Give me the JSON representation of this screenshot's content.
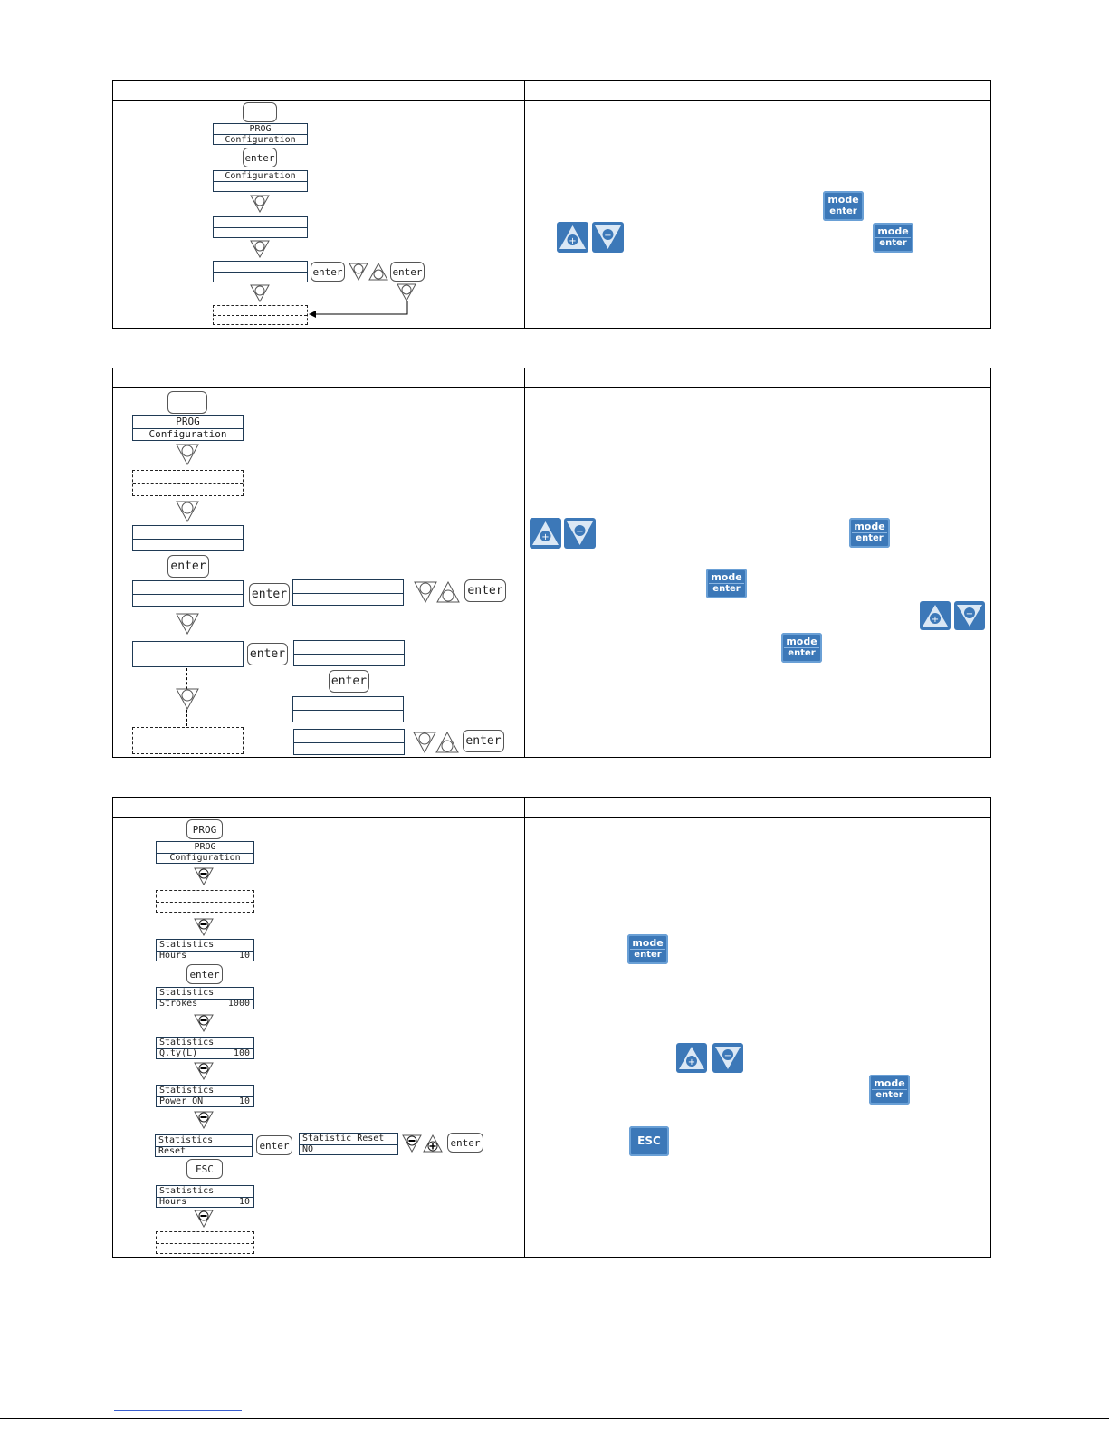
{
  "section1": {
    "lcd_prog": {
      "line1": "PROG",
      "line2": "Configuration"
    },
    "key_enter": "enter",
    "lcd_config": {
      "line1": "Configuration",
      "line2": ""
    },
    "key_enter_a": "enter",
    "key_enter_b": "enter"
  },
  "section2": {
    "lcd_prog": {
      "line1": "PROG",
      "line2": "Configuration"
    },
    "key_enter_1": "enter",
    "key_enter_2": "enter",
    "key_enter_3": "enter",
    "key_enter_4": "enter",
    "key_enter_5": "enter",
    "key_enter_6": "enter"
  },
  "section3": {
    "key_prog": "PROG",
    "lcd_prog": {
      "line1": "PROG",
      "line2": "Configuration"
    },
    "lcd_hours": {
      "line1": "Statistics",
      "line2a": "Hours",
      "line2b": "10"
    },
    "key_enter_1": "enter",
    "lcd_strokes": {
      "line1": "Statistics",
      "line2a": "Strokes",
      "line2b": "1000"
    },
    "lcd_qty": {
      "line1": "Statistics",
      "line2a": "Q.ty(L)",
      "line2b": "100"
    },
    "lcd_power": {
      "line1": "Statistics",
      "line2a": "Power ON",
      "line2b": "10"
    },
    "lcd_reset": {
      "line1": "Statistics",
      "line2a": "Reset",
      "line2b": ""
    },
    "key_enter_2": "enter",
    "lcd_stat_reset": {
      "line1": "Statistic Reset",
      "line2": "NO"
    },
    "key_enter_3": "enter",
    "key_esc": "ESC",
    "lcd_hours2": {
      "line1": "Statistics",
      "line2a": "Hours",
      "line2b": "10"
    }
  },
  "buttons": {
    "mode": "mode",
    "enter": "enter",
    "esc": "ESC"
  },
  "icons": {
    "up": "plus-triangle-up-icon",
    "down": "minus-triangle-down-icon"
  },
  "colors": {
    "button_blue": "#3c78b8",
    "lcd_border": "#1f3a55"
  }
}
